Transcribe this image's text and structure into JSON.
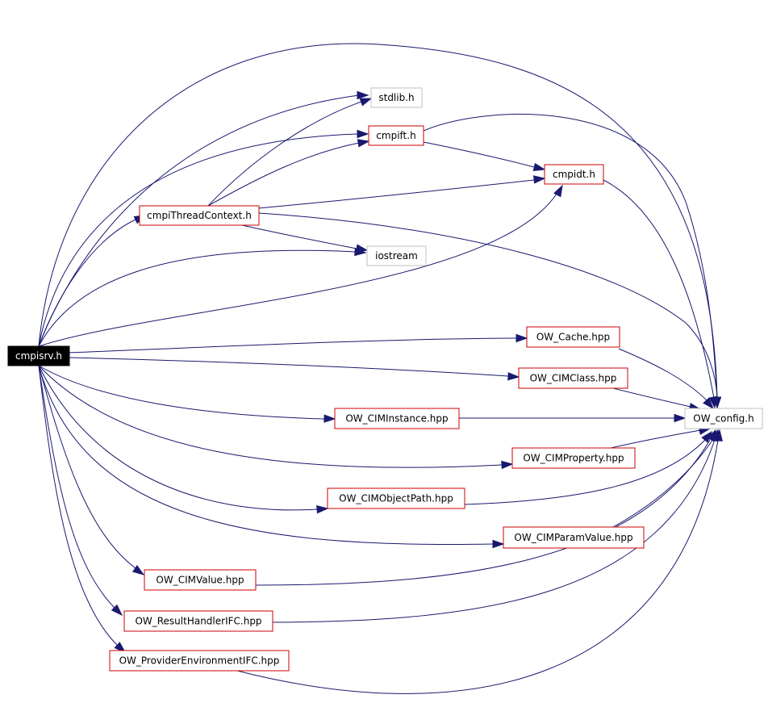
{
  "colors": {
    "edge": "#191970",
    "root_fill": "#000000",
    "root_text": "#ffffff",
    "documented_border": "#cc0000",
    "external_border": "#bfbfbf",
    "text": "#000000"
  },
  "nodes": [
    {
      "id": "cmpisrv",
      "label": "cmpisrv.h",
      "kind": "root"
    },
    {
      "id": "stdlib",
      "label": "stdlib.h",
      "kind": "external"
    },
    {
      "id": "cmpift",
      "label": "cmpift.h",
      "kind": "documented"
    },
    {
      "id": "cmpidt",
      "label": "cmpidt.h",
      "kind": "documented"
    },
    {
      "id": "cmpiThreadContext",
      "label": "cmpiThreadContext.h",
      "kind": "documented"
    },
    {
      "id": "iostream",
      "label": "iostream",
      "kind": "external"
    },
    {
      "id": "OW_Cache",
      "label": "OW_Cache.hpp",
      "kind": "documented"
    },
    {
      "id": "OW_CIMClass",
      "label": "OW_CIMClass.hpp",
      "kind": "documented"
    },
    {
      "id": "OW_config",
      "label": "OW_config.h",
      "kind": "external"
    },
    {
      "id": "OW_CIMInstance",
      "label": "OW_CIMInstance.hpp",
      "kind": "documented"
    },
    {
      "id": "OW_CIMProperty",
      "label": "OW_CIMProperty.hpp",
      "kind": "documented"
    },
    {
      "id": "OW_CIMObjectPath",
      "label": "OW_CIMObjectPath.hpp",
      "kind": "documented"
    },
    {
      "id": "OW_CIMParamValue",
      "label": "OW_CIMParamValue.hpp",
      "kind": "documented"
    },
    {
      "id": "OW_CIMValue",
      "label": "OW_CIMValue.hpp",
      "kind": "documented"
    },
    {
      "id": "OW_ResultHandlerIFC",
      "label": "OW_ResultHandlerIFC.hpp",
      "kind": "documented"
    },
    {
      "id": "OW_ProviderEnvironmentIFC",
      "label": "OW_ProviderEnvironmentIFC.hpp",
      "kind": "documented"
    }
  ],
  "edges": [
    {
      "from": "cmpisrv",
      "to": "stdlib"
    },
    {
      "from": "cmpisrv",
      "to": "cmpift"
    },
    {
      "from": "cmpisrv",
      "to": "cmpidt"
    },
    {
      "from": "cmpisrv",
      "to": "OW_config"
    },
    {
      "from": "cmpisrv",
      "to": "cmpiThreadContext"
    },
    {
      "from": "cmpisrv",
      "to": "iostream"
    },
    {
      "from": "cmpisrv",
      "to": "OW_Cache"
    },
    {
      "from": "cmpisrv",
      "to": "OW_CIMClass"
    },
    {
      "from": "cmpisrv",
      "to": "OW_CIMInstance"
    },
    {
      "from": "cmpisrv",
      "to": "OW_CIMProperty"
    },
    {
      "from": "cmpisrv",
      "to": "OW_CIMObjectPath"
    },
    {
      "from": "cmpisrv",
      "to": "OW_CIMParamValue"
    },
    {
      "from": "cmpisrv",
      "to": "OW_CIMValue"
    },
    {
      "from": "cmpisrv",
      "to": "OW_ResultHandlerIFC"
    },
    {
      "from": "cmpisrv",
      "to": "OW_ProviderEnvironmentIFC"
    },
    {
      "from": "cmpift",
      "to": "cmpidt"
    },
    {
      "from": "cmpift",
      "to": "OW_config"
    },
    {
      "from": "cmpidt",
      "to": "OW_config"
    },
    {
      "from": "cmpiThreadContext",
      "to": "stdlib"
    },
    {
      "from": "cmpiThreadContext",
      "to": "cmpift"
    },
    {
      "from": "cmpiThreadContext",
      "to": "cmpidt"
    },
    {
      "from": "cmpiThreadContext",
      "to": "iostream"
    },
    {
      "from": "cmpiThreadContext",
      "to": "OW_config"
    },
    {
      "from": "OW_Cache",
      "to": "OW_config"
    },
    {
      "from": "OW_CIMClass",
      "to": "OW_config"
    },
    {
      "from": "OW_CIMInstance",
      "to": "OW_config"
    },
    {
      "from": "OW_CIMProperty",
      "to": "OW_config"
    },
    {
      "from": "OW_CIMObjectPath",
      "to": "OW_config"
    },
    {
      "from": "OW_CIMParamValue",
      "to": "OW_config"
    },
    {
      "from": "OW_CIMValue",
      "to": "OW_config"
    },
    {
      "from": "OW_ResultHandlerIFC",
      "to": "OW_config"
    },
    {
      "from": "OW_ProviderEnvironmentIFC",
      "to": "OW_config"
    }
  ]
}
